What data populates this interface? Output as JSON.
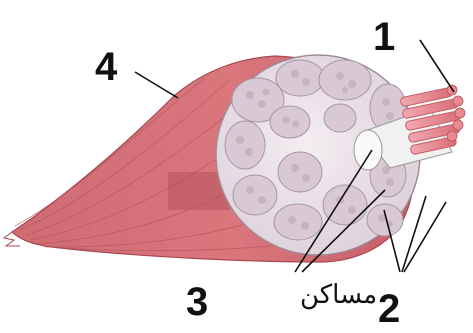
{
  "diagram": {
    "labels": {
      "one": "1",
      "two": "2",
      "three": "3",
      "four": "4",
      "three_word": "مساكن"
    },
    "colors": {
      "muscle": "#d9777d",
      "muscle_dark": "#b9545c",
      "cross_section": "#e9e0e6",
      "fascicle": "#d8c9d4",
      "fiber": "#e98a93",
      "background": "#ffffff"
    }
  }
}
